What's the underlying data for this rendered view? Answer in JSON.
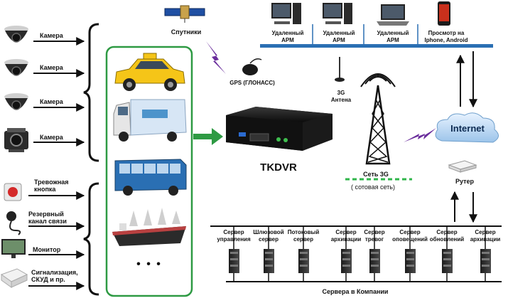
{
  "devices_left": [
    {
      "label": "Камера",
      "icon": "dome-camera-icon"
    },
    {
      "label": "Камера",
      "icon": "dome-camera-icon"
    },
    {
      "label": "Камера",
      "icon": "dome-camera-icon"
    },
    {
      "label": "Камера",
      "icon": "box-camera-icon"
    }
  ],
  "peripherals_left": [
    {
      "label_lines": [
        "Тревожная",
        "кнопка"
      ],
      "icon": "alarm-button-icon"
    },
    {
      "label_lines": [
        "Резервный",
        "канал связи"
      ],
      "icon": "gps-antenna-icon"
    },
    {
      "label_lines": [
        "Монитор"
      ],
      "icon": "monitor-icon"
    },
    {
      "label_lines": [
        "Сигнализация,",
        "СКУД и пр."
      ],
      "icon": "alarm-panel-icon"
    }
  ],
  "vehicles": [
    "taxi-car-icon",
    "truck-icon",
    "bus-icon",
    "ship-icon"
  ],
  "vehicles_more": "• • •",
  "satellite_label": "Спутники",
  "gps_label": "GPS (ГЛОНАСС)",
  "antenna_label_lines": [
    "3G",
    "Антена"
  ],
  "dvr_label": "TKDVR",
  "network_label": "Сеть 3G",
  "network_sublabel": "( сотовая сеть)",
  "internet_label": "Internet",
  "router_label": "Рутер",
  "workstations": [
    {
      "label_lines": [
        "Удаленный",
        "АРМ"
      ],
      "icon": "desktop-pc-icon"
    },
    {
      "label_lines": [
        "Удаленный",
        "АРМ"
      ],
      "icon": "desktop-pc-icon"
    },
    {
      "label_lines": [
        "Удаленный",
        "АРМ"
      ],
      "icon": "laptop-icon"
    },
    {
      "label_lines": [
        "Просмотр на",
        "Iphone, Android"
      ],
      "icon": "smartphone-icon"
    }
  ],
  "servers": [
    {
      "label_lines": [
        "Сервер",
        "управления"
      ]
    },
    {
      "label_lines": [
        "Шлюзовой",
        "сервер"
      ]
    },
    {
      "label_lines": [
        "Потоковый",
        "сервер"
      ]
    },
    {
      "label_lines": [
        "Сервер",
        "архивации"
      ]
    },
    {
      "label_lines": [
        "Сервер",
        "тревог"
      ]
    },
    {
      "label_lines": [
        "Сервер",
        "оповещений"
      ]
    },
    {
      "label_lines": [
        "Сервер",
        "обновлений"
      ]
    },
    {
      "label_lines": [
        "Сервер",
        "архивации"
      ]
    }
  ],
  "servers_caption": "Сервера в Компании",
  "colors": {
    "accent_green": "#2e9a43",
    "bus_blue": "#2a6fb3",
    "lightning": "#6a2d9c",
    "network_dash": "#2fb54a"
  }
}
